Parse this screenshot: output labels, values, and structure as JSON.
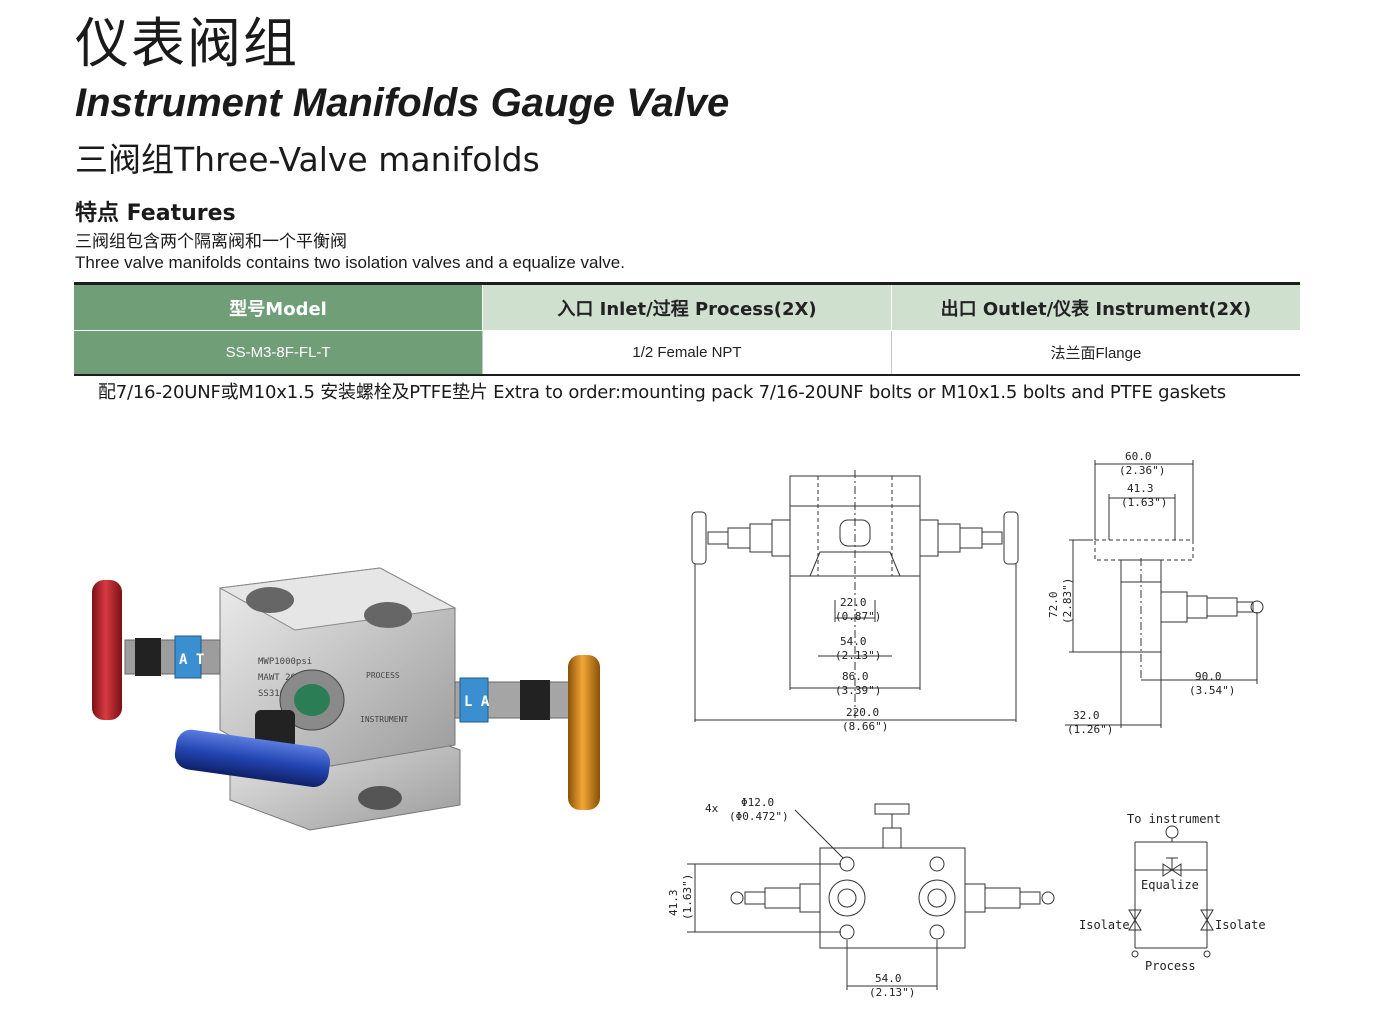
{
  "title_cn": "仪表阀组",
  "title_en": "Instrument  Manifolds Gauge Valve",
  "subtitle": "三阀组Three-Valve manifolds",
  "features": {
    "heading": "特点 Features",
    "desc_cn": "三阀组包含两个隔离阀和一个平衡阀",
    "desc_en": "Three valve manifolds contains two isolation valves and a equalize valve."
  },
  "table": {
    "headers": [
      "型号Model",
      "入口 Inlet/过程 Process(2X)",
      "出口 Outlet/仪表 Instrument(2X)"
    ],
    "rows": [
      [
        "SS-M3-8F-FL-T",
        "1/2 Female NPT",
        "法兰面Flange"
      ]
    ]
  },
  "note": "配7/16-20UNF或M10x1.5 安装螺栓及PTFE垫片  Extra to order:mounting pack 7/16-20UNF bolts or M10x1.5 bolts and PTFE gaskets",
  "photo": {
    "body_text_1": "MWP1000psi",
    "body_text_2": "MAWT 200°C",
    "body_text_3": "SS316",
    "label_process": "PROCESS",
    "label_instrument": "INSTRUMENT",
    "band_text_left": "A T",
    "band_text_right": "L A",
    "colors": {
      "handle_left": "#b8232b",
      "handle_right": "#d98a17",
      "handle_front": "#2346b3",
      "band": "#3a8fd0"
    }
  },
  "dimensions": {
    "front": {
      "d22": "22.0",
      "d22in": "(0.87\")",
      "d54": "54.0",
      "d54in": "(2.13\")",
      "d86": "86.0",
      "d86in": "(3.39\")",
      "d220": "220.0",
      "d220in": "(8.66\")"
    },
    "side": {
      "d60": "60.0",
      "d60in": "(2.36\")",
      "d41": "41.3",
      "d41in": "(1.63\")",
      "d72": "72.0",
      "d72in": "(2.83\")",
      "d90": "90.0",
      "d90in": "(3.54\")",
      "d32": "32.0",
      "d32in": "(1.26\")"
    },
    "top": {
      "qty": "4x",
      "hole": "Φ12.0",
      "holein": "(Φ0.472\")",
      "d41": "41.3",
      "d41in": "(1.63\")",
      "d54": "54.0",
      "d54in": "(2.13\")"
    }
  },
  "schematic": {
    "to_instrument": "To instrument",
    "equalize": "Equalize",
    "isolate_left": "Isolate",
    "isolate_right": "Isolate",
    "process": "Process"
  }
}
